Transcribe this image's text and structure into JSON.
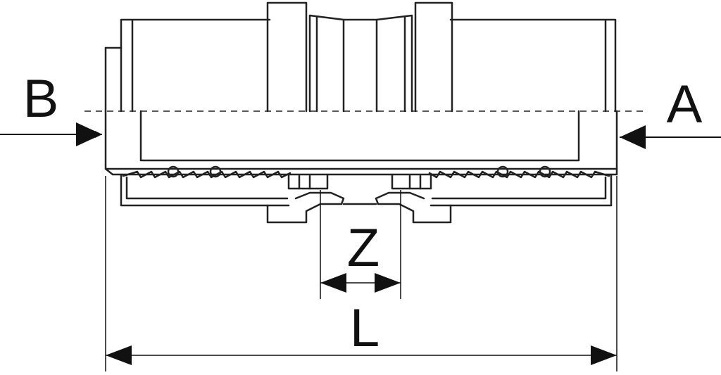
{
  "labels": {
    "a": "A",
    "b": "B",
    "z": "Z",
    "l": "L"
  },
  "colors": {
    "line": "#222222",
    "background": "#ffffff"
  }
}
